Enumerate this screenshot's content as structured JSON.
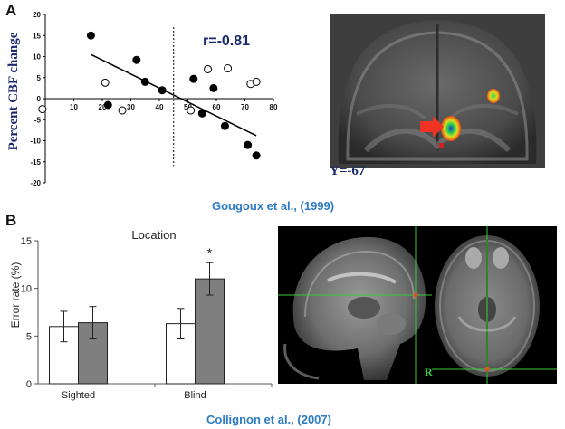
{
  "panels": {
    "a_label": "A",
    "b_label": "B"
  },
  "citations": {
    "a": "Gougoux et al., (1999)",
    "b": "Collignon et al., (2007)"
  },
  "brain_images": {
    "coronal_slice_label": "Y=-67",
    "axial_side_label": "R"
  },
  "colors": {
    "citation": "#2e7cc4",
    "bar_open": "#ffffff",
    "bar_filled": "#7f7f7f",
    "crosshair": "#33cc33",
    "arrow": "#ee3322"
  },
  "chart_data": [
    {
      "type": "scatter",
      "ylabel": "Percent CBF change",
      "xlabel": "",
      "annotation": "r=-0.81",
      "xlim": [
        0,
        80
      ],
      "ylim": [
        -20,
        20
      ],
      "xticks": [
        10,
        20,
        30,
        40,
        50,
        60,
        70,
        80
      ],
      "yticks": [
        -20,
        -15,
        -10,
        -5,
        0,
        5,
        10,
        15,
        20
      ],
      "grid": false,
      "vertical_divider_x": 45,
      "series": [
        {
          "marker": "filled",
          "points": [
            [
              16,
              15
            ],
            [
              22,
              -1.5
            ],
            [
              32,
              9.2
            ],
            [
              35,
              4
            ],
            [
              41,
              2
            ],
            [
              52,
              4.7
            ],
            [
              55,
              -3.5
            ],
            [
              59,
              2.5
            ],
            [
              63,
              -6.5
            ],
            [
              71,
              -11
            ],
            [
              74,
              -13.5
            ]
          ]
        },
        {
          "marker": "open",
          "points": [
            [
              -1,
              -2.5
            ],
            [
              21,
              3.8
            ],
            [
              27,
              -2.8
            ],
            [
              51,
              -2.8
            ],
            [
              57,
              7
            ],
            [
              64,
              7.2
            ],
            [
              72,
              3.5
            ],
            [
              74,
              4
            ]
          ]
        }
      ],
      "trendline": [
        [
          16,
          10.5
        ],
        [
          74,
          -8.8
        ]
      ]
    },
    {
      "type": "bar",
      "title": "Location",
      "ylabel": "Error rate (%)",
      "xlabel": "",
      "categories": [
        "Sighted",
        "Blind"
      ],
      "ylim": [
        0,
        15
      ],
      "yticks": [
        0,
        5,
        10,
        15
      ],
      "series": [
        {
          "fill": "open",
          "values": [
            6.0,
            6.3
          ],
          "errors": [
            1.6,
            1.6
          ]
        },
        {
          "fill": "filled",
          "values": [
            6.4,
            11.0
          ],
          "errors": [
            1.7,
            1.7
          ]
        }
      ],
      "significance_marker": {
        "category": "Blind",
        "label": "*"
      }
    }
  ]
}
